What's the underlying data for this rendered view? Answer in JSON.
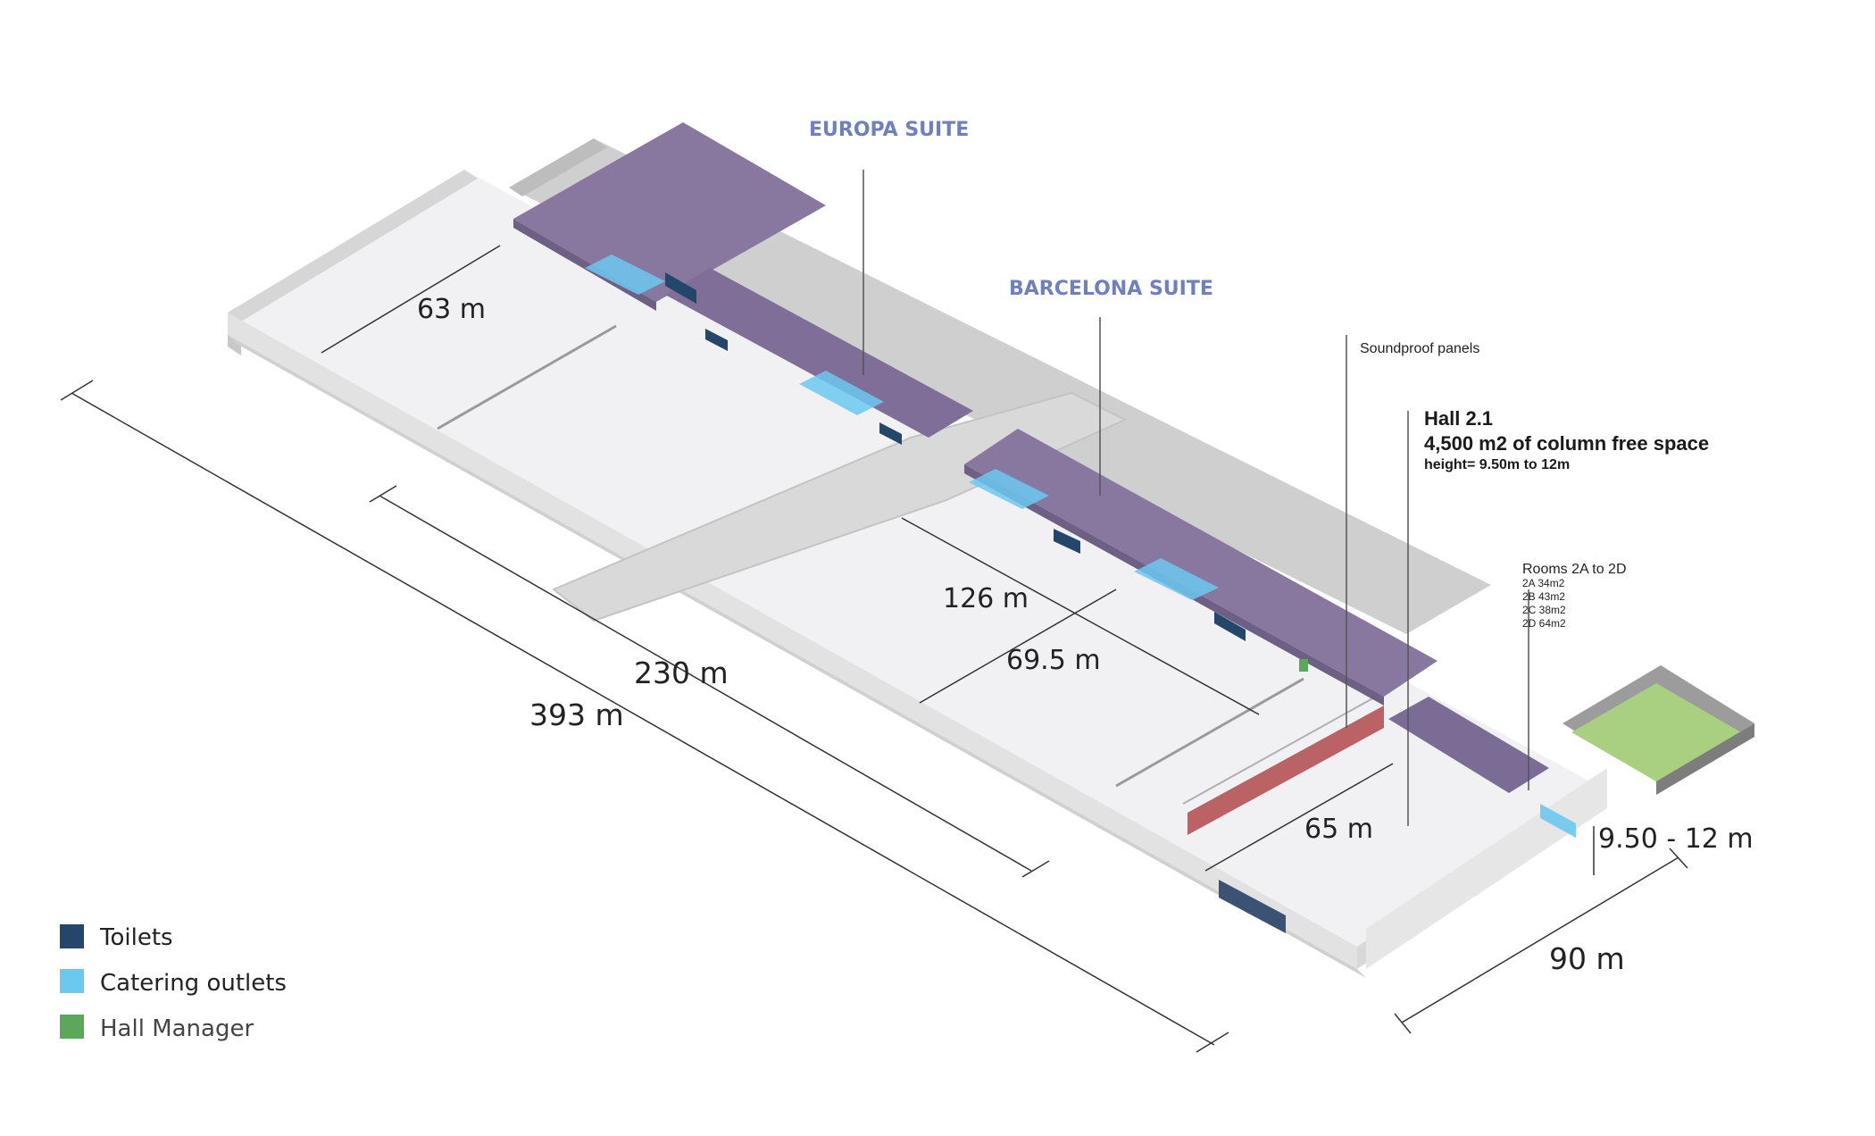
{
  "suites": {
    "europa": "EUROPA SUITE",
    "barcelona": "BARCELONA SUITE"
  },
  "dimensions": {
    "d63": "63 m",
    "d126": "126 m",
    "d69_5": "69.5 m",
    "d65": "65 m",
    "d230": "230 m",
    "d393": "393 m",
    "d90": "90 m",
    "height": "9.50 - 12 m"
  },
  "annotations": {
    "soundproof": "Soundproof panels",
    "hall_title": "Hall 2.1",
    "hall_space": "4,500 m2 of column free space",
    "hall_height": "height= 9.50m to 12m",
    "rooms_title": "Rooms 2A to 2D",
    "rooms": [
      "2A 34m2",
      "2B 43m2",
      "2C 38m2",
      "2D 64m2"
    ]
  },
  "legend": [
    {
      "label": "Toilets",
      "color": "#25466b"
    },
    {
      "label": "Catering outlets",
      "color": "#6cc8f0"
    },
    {
      "label": "Hall Manager",
      "color": "#5aa85a"
    }
  ],
  "colors": {
    "suite_roof": "#8878a0",
    "soundproof": "#b24a4a",
    "floor": "#f1f1f3",
    "wall": "#dcdcdc",
    "garden": "#a8d080"
  }
}
